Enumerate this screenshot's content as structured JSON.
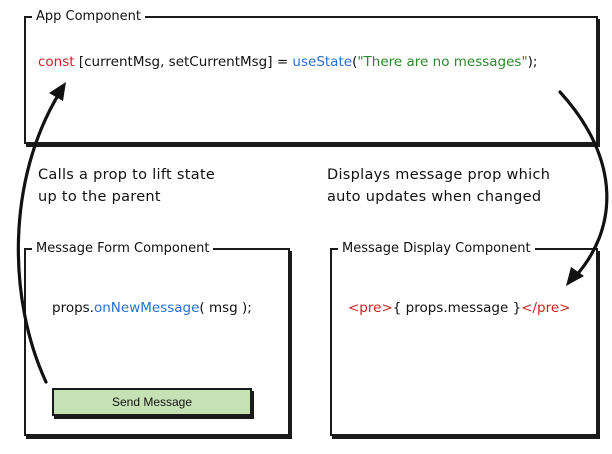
{
  "app": {
    "title": "App Component",
    "code": {
      "keyword": "const",
      "destructure": " [currentMsg, setCurrentMsg] = ",
      "fn": "useState",
      "open": "(",
      "string": "\"There are no messages\"",
      "close": ");"
    }
  },
  "notes": {
    "left_line1": "Calls a prop to lift state",
    "left_line2": "up to the parent",
    "right_line1": "Displays message prop which",
    "right_line2": "auto updates when changed"
  },
  "form": {
    "title": "Message Form Component",
    "code": {
      "obj": "props.",
      "fn": "onNewMessage",
      "args": "( msg );"
    },
    "button_label": "Send Message",
    "button_color": "#c6e2b4"
  },
  "display": {
    "title": "Message Display Component",
    "code": {
      "open_tag": "<pre>",
      "expr": "{ props.message }",
      "close_tag": "</pre>"
    }
  },
  "colors": {
    "keyword": "#cc2222",
    "function": "#2a6fd6",
    "string": "#2a8a2a"
  }
}
